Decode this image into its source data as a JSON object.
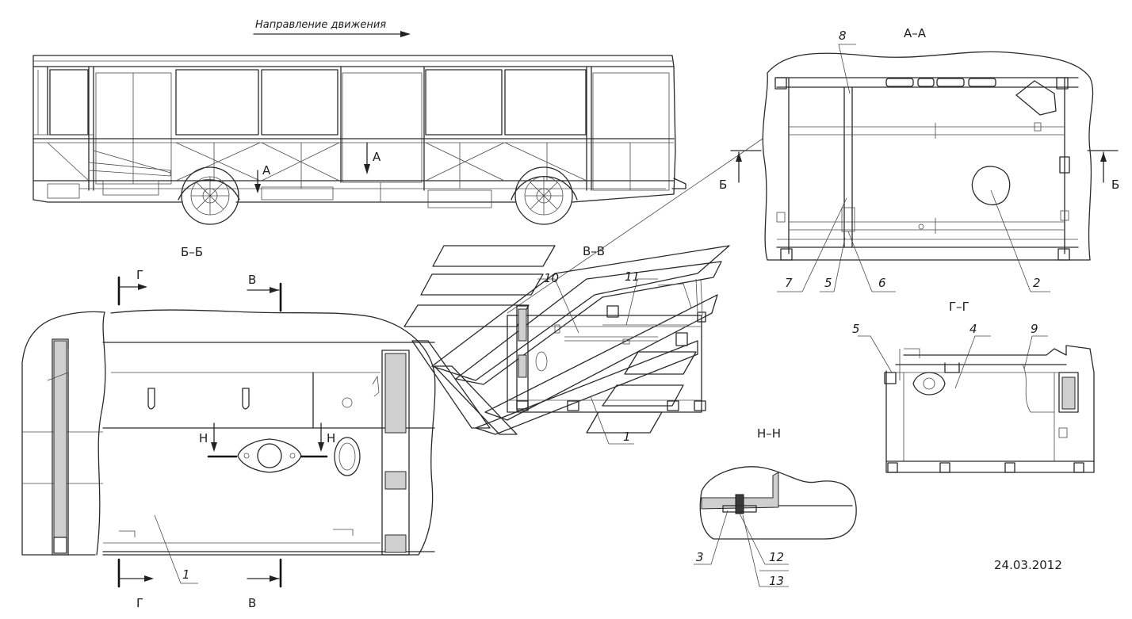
{
  "header": {
    "direction_label": "Направление движения"
  },
  "sections": {
    "aa": "А–А",
    "bb": "Б–Б",
    "vv": "В–В",
    "gg": "Г–Г",
    "nn": "Н–Н"
  },
  "cut_marks": {
    "a": "А",
    "b": "Б",
    "v": "В",
    "g": "Г",
    "n": "Н"
  },
  "part_numbers": {
    "p1": "1",
    "p2": "2",
    "p3": "3",
    "p4": "4",
    "p5": "5",
    "p6": "6",
    "p7": "7",
    "p8": "8",
    "p9": "9",
    "p10": "10",
    "p11": "11",
    "p12": "12",
    "p13": "13"
  },
  "footer": {
    "date": "24.03.2012"
  }
}
